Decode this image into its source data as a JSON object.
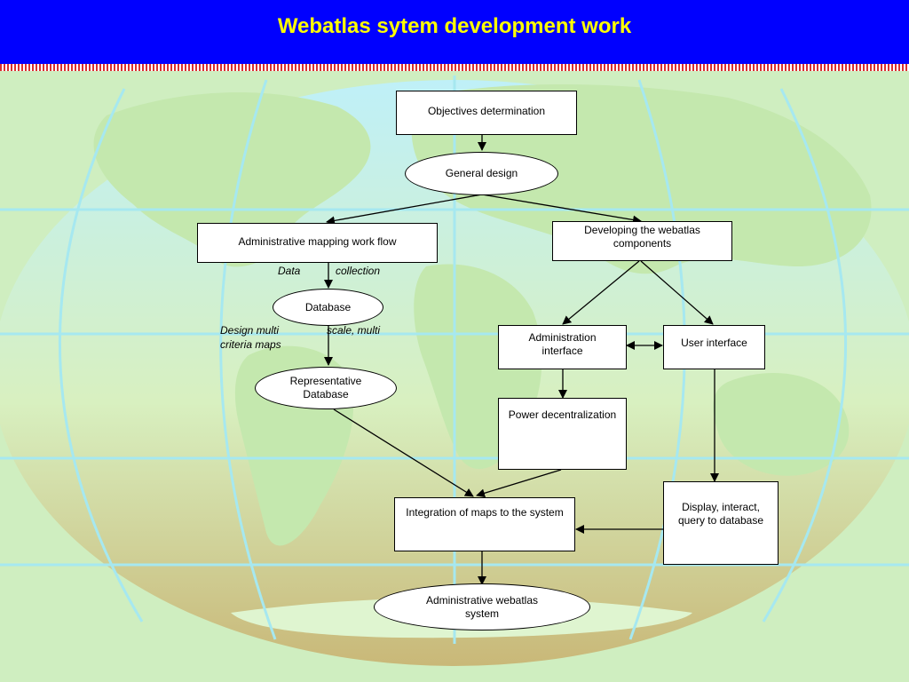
{
  "slide": {
    "title": "Webatlas sytem development work"
  },
  "colors": {
    "header_bg": "#0000ff",
    "title_text": "#ffff00",
    "land": "#bfe6a8",
    "ocean_top": "#bfeff7",
    "ocean_bottom": "#c8b878",
    "grid_lines": "#9fe6ee"
  },
  "nodes": {
    "objectives": "Objectives determination",
    "general_design": "General design",
    "admin_mapping": "Administrative mapping work flow",
    "developing_components": "Developing the webatlas components",
    "database": "Database",
    "representative_db": "Representative Database",
    "admin_interface": "Administration interface",
    "user_interface": "User interface",
    "power_decentral": "Power decentralization",
    "display_query": "Display, interact, query to database",
    "integration": "Integration of maps to the system",
    "admin_webatlas": "Administrative webatlas system"
  },
  "labels": {
    "data_collection_1": "Data",
    "data_collection_2": "collection",
    "design_line1_a": "Design   multi",
    "design_line1_b": "scale,  multi",
    "design_line2": "criteria    maps"
  }
}
